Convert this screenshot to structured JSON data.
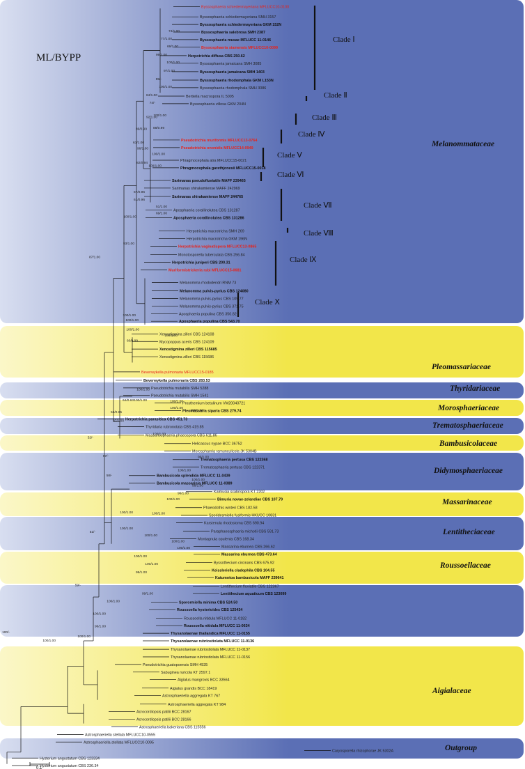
{
  "title": "ML/BYPP",
  "scale_label": "0.1",
  "colors": {
    "blue_band": "#5b6fb5",
    "yellow_band": "#f2e64a",
    "red_taxon": "#e8221a"
  },
  "families": [
    "Melanommataceae",
    "Pleomassariaceae",
    "Thyridariaceae",
    "Morosphaeriaceae",
    "Trematosphaeriaceae",
    "Bambusicolaceae",
    "Didymosphaeriaceae",
    "Massarinaceae",
    "Lentitheciaceae",
    "Roussoellaceae",
    "Aigialaceae",
    "Outgroup"
  ],
  "clades": [
    "Clade Ⅰ",
    "Clade Ⅱ",
    "Clade Ⅲ",
    "Clade Ⅳ",
    "Clade Ⅴ",
    "Clade Ⅵ",
    "Clade Ⅶ",
    "Clade Ⅷ",
    "Clade Ⅸ",
    "Clade Ⅹ"
  ],
  "taxa": [
    {
      "name": "Byssosphaeria schiedermayeriana MFLUCC10-0100",
      "style": "r"
    },
    {
      "name": "Byssosphaeria schiedermayeriana SMH 3157",
      "style": ""
    },
    {
      "name": "Byssosphaeria schiedermayeriana GKM 152N",
      "style": "b"
    },
    {
      "name": "Byssosphaeria salebrosa SMH 2387",
      "style": "b"
    },
    {
      "name": "Byssosphaeria musae MFLUCC 11-0146",
      "style": "b"
    },
    {
      "name": "Byssosphaeria siamensis MFLUCC10-0099",
      "style": "rb"
    },
    {
      "name": "Herpotrichia diffusa CBS 250.62",
      "style": "b"
    },
    {
      "name": "Byssosphaeria jamaicana SMH 3085",
      "style": ""
    },
    {
      "name": "Byssosphaeria jamaicana SMH 1403",
      "style": "b"
    },
    {
      "name": "Byssosphaeria rhodomphala GKM L153N",
      "style": "b"
    },
    {
      "name": "Byssosphaeria rhodomphala SMH 3086",
      "style": ""
    },
    {
      "name": "Bertiella macrospora IL 5005",
      "style": ""
    },
    {
      "name": "Byssosphaeria villosa GKM 204N",
      "style": ""
    },
    {
      "name": "Pseudotrichia muriformis MFLUCC13-0764",
      "style": "rb"
    },
    {
      "name": "Pseudotrichia ononidis MFLUCC14-0949",
      "style": "rb"
    },
    {
      "name": "Phragmocephala atra MFLUCC15-0021",
      "style": ""
    },
    {
      "name": "Phragmocephala garethjonesii MFLUCC15-0018",
      "style": "b"
    },
    {
      "name": "Sarimanas pseudofluviatile MAFF 239465",
      "style": "b"
    },
    {
      "name": "Sarimanas shirakamiense MAFF 242969",
      "style": ""
    },
    {
      "name": "Sarimanas shirakamiense MAFF 244765",
      "style": "b"
    },
    {
      "name": "Aposphaeria corallinolutea CBS 131287",
      "style": ""
    },
    {
      "name": "Aposphaeria corallinolutea CBS 131286",
      "style": "b"
    },
    {
      "name": "Herpotrichia macrotricha SMH 269",
      "style": ""
    },
    {
      "name": "Herpotrichia macrotricha GKM 196N",
      "style": ""
    },
    {
      "name": "Herpotrichia vaginatispora MFLUCC13-0865",
      "style": "rb"
    },
    {
      "name": "Monotosporella tuberculata CBS 256.84",
      "style": ""
    },
    {
      "name": "Herpotrichia juniperi CBS 200.31",
      "style": "b"
    },
    {
      "name": "Muriformistrickeria rubi MFLUCC15-0681",
      "style": "rb"
    },
    {
      "name": "Melanomma rhododendri RNM 73",
      "style": ""
    },
    {
      "name": "Melanomma pulvis-pyrius CBS 124080",
      "style": "b"
    },
    {
      "name": "Melanomma pulvis-pyrius CBS 109.77",
      "style": ""
    },
    {
      "name": "Melanomma pulvis-pyrius CBS 371.75",
      "style": ""
    },
    {
      "name": "Aposphaeria populina CBS 350.82",
      "style": ""
    },
    {
      "name": "Aposphaeria populina CBS 543.70",
      "style": "b"
    },
    {
      "name": "Xenostigmina zilleri CBS 124108",
      "style": ""
    },
    {
      "name": "Mycopappus aceris CBS 124109",
      "style": ""
    },
    {
      "name": "Xenostigmina zilleri CBS 115685",
      "style": "b"
    },
    {
      "name": "Xenostigmina zilleri CBS 115686",
      "style": ""
    },
    {
      "name": "Beverwykella pulmonaria MFLUCC15-0185",
      "style": "r"
    },
    {
      "name": "Beverwykella pulmonaria CBS 283.53",
      "style": "b"
    },
    {
      "name": "Pseudotrichia mutabilis SMH 5288",
      "style": ""
    },
    {
      "name": "Pseudotrichia mutabilis SMH 1541",
      "style": ""
    },
    {
      "name": "Prosthemium betulinum VM20040721",
      "style": ""
    },
    {
      "name": "Pleomassaria siparia CBS 279.74",
      "style": "b"
    },
    {
      "name": "Herpotrichia parasitica CBS 451.73",
      "style": "b"
    },
    {
      "name": "Thyridaria rubronotata CBS 419.85",
      "style": ""
    },
    {
      "name": "Massariosphaeria phaeospora CBS 611.86",
      "style": ""
    },
    {
      "name": "Helicascus nypae BCC 36752",
      "style": ""
    },
    {
      "name": "Morosphaeria ramunculicola JK 5304B",
      "style": ""
    },
    {
      "name": "Trematosphaeria pertusa CBS 122368",
      "style": "b"
    },
    {
      "name": "Trematosphaeria pertusa CBS 122371",
      "style": ""
    },
    {
      "name": "Bambusicola splendida MFLUCC 11-0439",
      "style": "b"
    },
    {
      "name": "Bambusicola massarinia MFLUCC 11-0389",
      "style": "b"
    },
    {
      "name": "Kalmusia scabrispora KT 2202",
      "style": ""
    },
    {
      "name": "Bimuria novae-zelandiae CBS 107.79",
      "style": "b"
    },
    {
      "name": "Phaeodothis winteri CBS 182.58",
      "style": ""
    },
    {
      "name": "Sporidesmiella fusiformis HKUCC 10831",
      "style": ""
    },
    {
      "name": "Karstenula rhodostoma CBS 690.94",
      "style": ""
    },
    {
      "name": "Paraphaeosphaeria michotii CBS 591.73",
      "style": ""
    },
    {
      "name": "Montagnula opulenta CBS 168.34",
      "style": ""
    },
    {
      "name": "Massarina eburnea CBS 266.62",
      "style": ""
    },
    {
      "name": "Massarina eburnea CBS 473.64",
      "style": "b"
    },
    {
      "name": "Byssothecium circinans CBS 675.92",
      "style": ""
    },
    {
      "name": "Keissleriella cladophila CBS 104.55",
      "style": "b"
    },
    {
      "name": "Katumotoa bambusicola MAFF 239641",
      "style": "b"
    },
    {
      "name": "Lentithecium fluviatile CBS 122367",
      "style": ""
    },
    {
      "name": "Lentithecium aquaticum CBS 123099",
      "style": "b"
    },
    {
      "name": "Sporormiella minima CBS 524.50",
      "style": "b"
    },
    {
      "name": "Roussoella hysterioides CBS 125434",
      "style": "b"
    },
    {
      "name": "Roussoella nitidula MFLUCC 11-0182",
      "style": ""
    },
    {
      "name": "Roussoella nitidula MFLUCC 11-0634",
      "style": "b"
    },
    {
      "name": "Thysanolaenae thailandica MFLUCC 11-0155",
      "style": "b"
    },
    {
      "name": "Thysanolaenae rubriostiolata MFLUCC 11-0136",
      "style": "b"
    },
    {
      "name": "Thysanolaenae rubriostiolata MFLUCC 11-0137",
      "style": ""
    },
    {
      "name": "Thysanolaenae rubriostiolata MFLUCC 11-0156",
      "style": ""
    },
    {
      "name": "Pseudotrichia guatopoensis SMH 4535",
      "style": ""
    },
    {
      "name": "Sabuginea ruricola KT 2597.1",
      "style": ""
    },
    {
      "name": "Aigialus mangrovis BCC 33564",
      "style": ""
    },
    {
      "name": "Aigialus grandis BCC 18419",
      "style": ""
    },
    {
      "name": "Astrosphaeriella aggregata KT 767",
      "style": ""
    },
    {
      "name": "Astrosphaeriella aggregata KT 984",
      "style": ""
    },
    {
      "name": "Acrocordiopsis patilii BCC 28167",
      "style": ""
    },
    {
      "name": "Acrocordiopsis patilii BCC 28166",
      "style": ""
    },
    {
      "name": "Astrosphaeriella bakeriana CBS 115556",
      "style": ""
    },
    {
      "name": "Astrosphaeriella stellata MFLUCC10-0555",
      "style": ""
    },
    {
      "name": "Astrosphaeriella stellata MFLUCC10-0095",
      "style": ""
    },
    {
      "name": "Caryosporella rhizophorae JK 5302A",
      "style": ""
    },
    {
      "name": "Hysterium angustatum CBS 123334",
      "style": ""
    },
    {
      "name": "Hysterium angustatum CBS 236.34",
      "style": ""
    }
  ],
  "supports": [
    "74/1.00",
    "77/1.00",
    "69/1.00",
    "99/1.00",
    "100/1.00",
    "97/1.00",
    "99/-",
    "100/1.00",
    "84/1.00",
    "74/-",
    "92/1.00",
    "100/1.00",
    "89/0.99",
    "88/0.99",
    "63/1.00",
    "96/1.00",
    "100/1.00",
    "82/0.94",
    "100/1.00",
    "67/0.96",
    "61/0.96",
    "51/1.00",
    "69/1.00",
    "100/1.00",
    "93/1.00",
    "87/1.00",
    "100/1.00",
    "100/1.00",
    "100/1.00",
    "60/0.99",
    "100/1.00",
    "100/1.00",
    "100/1.00",
    "100/1.00",
    "64/0.63",
    "100/1.00",
    "100/1.00",
    "53/0.95",
    "97/1.00",
    "52/-",
    "100/1.00",
    "97/-",
    "96/1.00",
    "100/1.00",
    "58/-",
    "100/1.00",
    "98/1.00",
    "96/1.00",
    "100/1.00",
    "100/1.00",
    "100/1.00",
    "51/-",
    "100/1.00",
    "100/1.00",
    "100/1.00",
    "100/1.00",
    "100/1.00",
    "100/1.00",
    "99/1.00",
    "59/-",
    "99/1.00",
    "100/1.00",
    "100/1.00",
    "96/1.00",
    "100/-",
    "100/1.00",
    "100/1.00"
  ]
}
